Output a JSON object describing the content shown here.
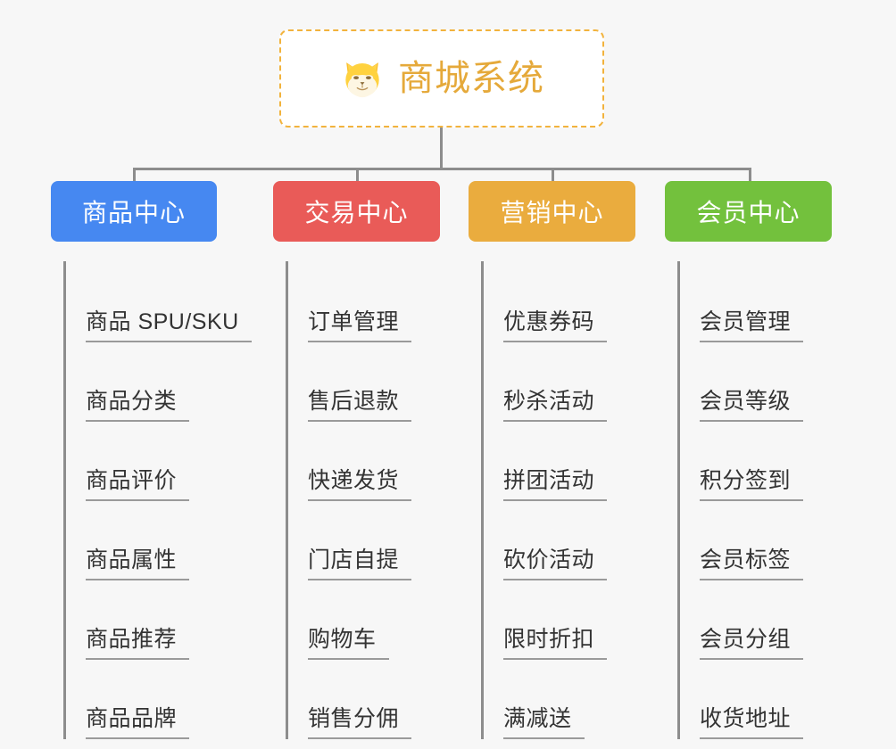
{
  "root": {
    "title": "商城系统",
    "icon": "shiba-dog-icon",
    "border_color": "#f2b33d",
    "text_color": "#e5a93a",
    "background": "#ffffff"
  },
  "canvas": {
    "background": "#f7f7f7",
    "connector_color": "#8d8d8d",
    "leaf_text_color": "#333333",
    "leaf_underline_color": "#9a9a9a"
  },
  "categories": [
    {
      "label": "商品中心",
      "color": "#4688f1",
      "items": [
        "商品 SPU/SKU",
        "商品分类",
        "商品评价",
        "商品属性",
        "商品推荐",
        "商品品牌"
      ]
    },
    {
      "label": "交易中心",
      "color": "#e95b58",
      "items": [
        "订单管理",
        "售后退款",
        "快递发货",
        "门店自提",
        "购物车",
        "销售分佣"
      ]
    },
    {
      "label": "营销中心",
      "color": "#eaac3e",
      "items": [
        "优惠券码",
        "秒杀活动",
        "拼团活动",
        "砍价活动",
        "限时折扣",
        "满减送"
      ]
    },
    {
      "label": "会员中心",
      "color": "#73c13d",
      "items": [
        "会员管理",
        "会员等级",
        "积分签到",
        "会员标签",
        "会员分组",
        "收货地址"
      ]
    }
  ]
}
